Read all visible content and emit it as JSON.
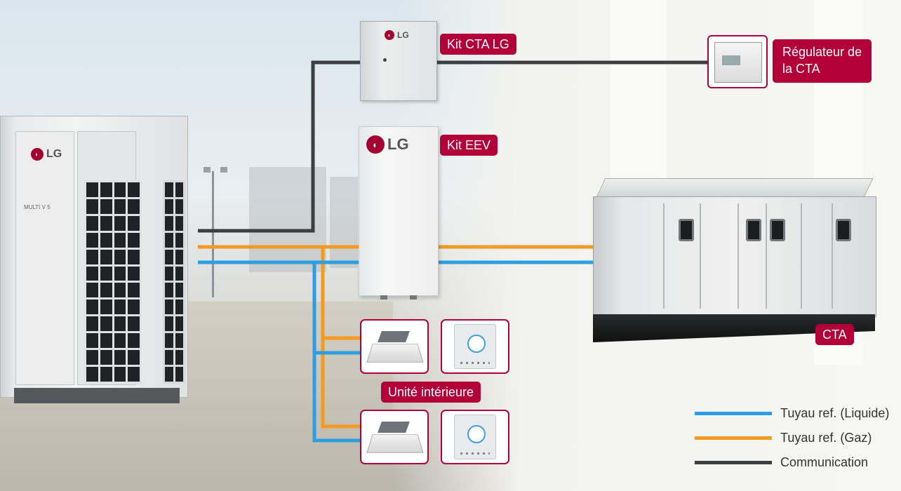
{
  "labels": {
    "kit_cta": "Kit CTA LG",
    "kit_eev": "Kit EEV",
    "regulateur_l1": "Régulateur de",
    "regulateur_l2": "la CTA",
    "unite_interieure": "Unité intérieure",
    "cta": "CTA"
  },
  "branding": {
    "logo_text": "LG",
    "odu_model": "MULTI V 5"
  },
  "legend": [
    {
      "label": "Tuyau ref. (Liquide)",
      "color": "#2d9fe0"
    },
    {
      "label": "Tuyau ref. (Gaz)",
      "color": "#f39a22"
    },
    {
      "label": "Communication",
      "color": "#3c3f42"
    }
  ],
  "colors": {
    "accent": "#b1003a",
    "liquid": "#2d9fe0",
    "gas": "#f39a22",
    "communication": "#3c3f42"
  }
}
